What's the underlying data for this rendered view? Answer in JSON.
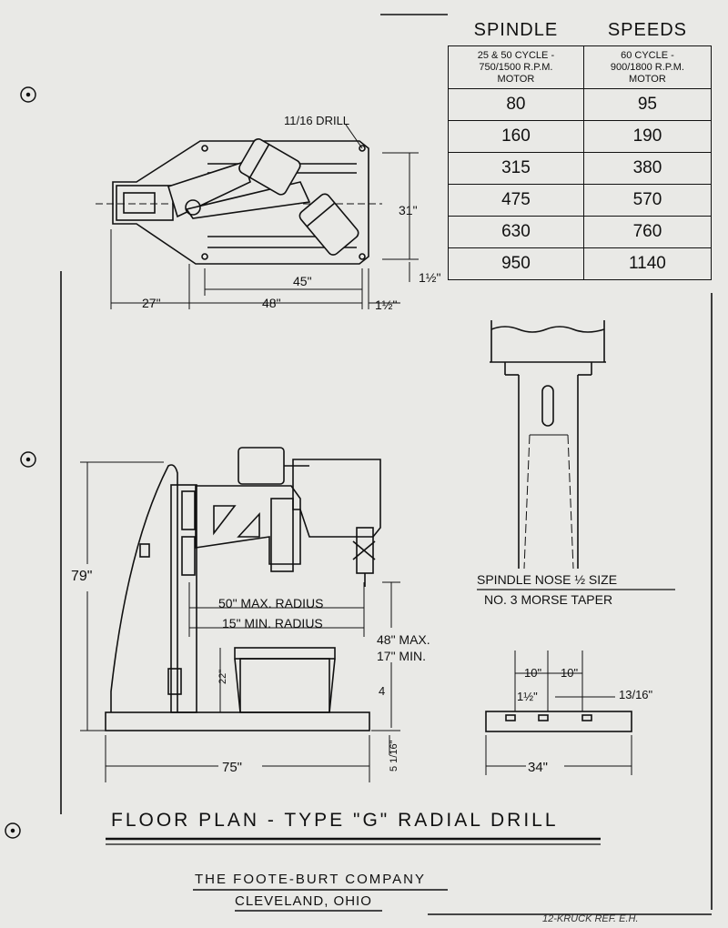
{
  "table": {
    "headers": [
      "SPINDLE",
      "SPEEDS"
    ],
    "sub_headers": [
      [
        "25 & 50 CYCLE -",
        "750/1500 R.P.M.",
        "MOTOR"
      ],
      [
        "60 CYCLE -",
        "900/1800 R.P.M.",
        "MOTOR"
      ]
    ],
    "rows": [
      [
        "80",
        "95"
      ],
      [
        "160",
        "190"
      ],
      [
        "315",
        "380"
      ],
      [
        "475",
        "570"
      ],
      [
        "630",
        "760"
      ],
      [
        "950",
        "1140"
      ]
    ]
  },
  "plan": {
    "drill_note": "11/16 DRILL",
    "dim_31": "31\"",
    "dim_45": "45\"",
    "dim_27": "27\"",
    "dim_48": "48\"",
    "dim_1half_a": "1½\"",
    "dim_1half_b": "1½\""
  },
  "elevation": {
    "dim_79": "79\"",
    "max_radius": "50\" MAX. RADIUS",
    "min_radius": "15\" MIN. RADIUS",
    "max_height": "48\" MAX.",
    "min_height": "17\" MIN.",
    "dim_22": "22\"",
    "dim_4": "4",
    "dim_75": "75\"",
    "dim_5": "5 1/16\""
  },
  "nose": {
    "caption_1": "SPINDLE NOSE ½ SIZE",
    "caption_2": "NO. 3 MORSE TAPER"
  },
  "base": {
    "dim_10a": "10\"",
    "dim_10b": "10\"",
    "dim_1half": "1½\"",
    "dim_13": "13/16\"",
    "dim_34": "34\""
  },
  "title": "FLOOR PLAN - TYPE \"G\" RADIAL DRILL",
  "company": "THE FOOTE-BURT COMPANY",
  "city": "CLEVELAND, OHIO",
  "ref_note": "12-KRUCK REF. E.H."
}
